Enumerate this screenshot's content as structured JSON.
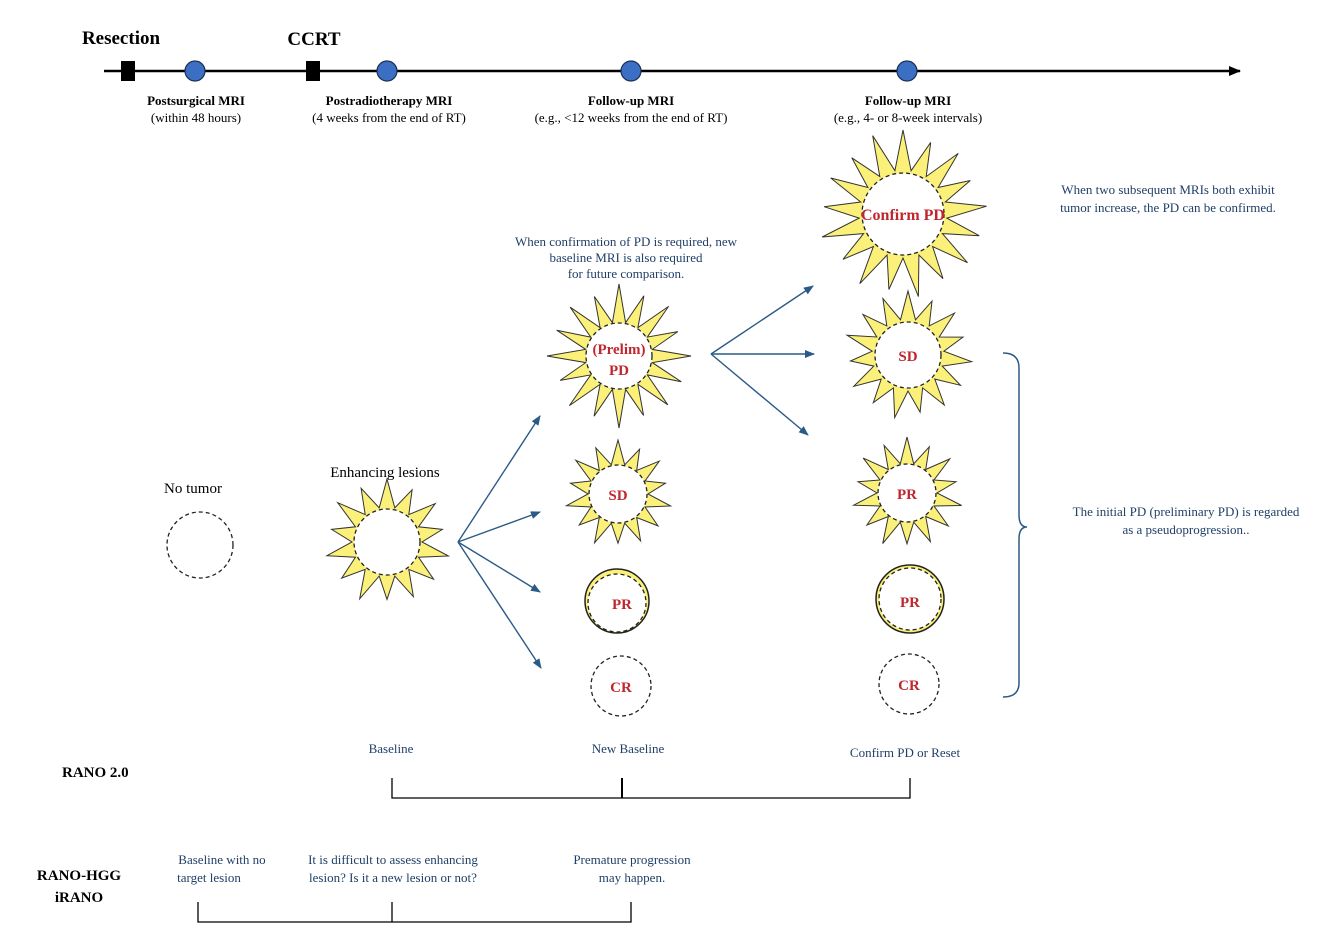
{
  "timeline": {
    "resection": "Resection",
    "ccrt": "CCRT",
    "mri_1": {
      "title": "Postsurgical MRI",
      "sub": "(within 48 hours)"
    },
    "mri_2": {
      "title": "Postradiotherapy MRI",
      "sub": "(4 weeks from the end of RT)"
    },
    "mri_3": {
      "title": "Follow-up MRI",
      "sub": "(e.g., <12 weeks from the end of RT)"
    },
    "mri_4": {
      "title": "Follow-up MRI",
      "sub": "(e.g., 4- or 8-week intervals)"
    },
    "marker_color": "#3a6fc4"
  },
  "stages": {
    "no_tumor": "No tumor",
    "enhancing": "Enhancing lesions"
  },
  "column2": {
    "note": [
      "When confirmation of PD is required, new",
      "baseline MRI is also required",
      "for future comparison."
    ],
    "prelim_pd": [
      "(Prelim)",
      "PD"
    ],
    "sd": "SD",
    "pr": "PR",
    "cr": "CR"
  },
  "column3": {
    "note": [
      "When two subsequent MRIs both exhibit",
      "tumor increase, the PD can be confirmed."
    ],
    "confirm_pd": "Confirm PD",
    "sd": "SD",
    "pr_star": "PR",
    "pr": "PR",
    "cr": "CR",
    "pseudo_note": [
      "The initial PD (preliminary PD) is regarded",
      "as a pseudoprogression.."
    ]
  },
  "rano2": {
    "label": "RANO 2.0",
    "baseline": "Baseline",
    "new_baseline": "New Baseline",
    "confirm_or_reset": "Confirm PD or Reset"
  },
  "rano_hgg": {
    "label_1": "RANO-HGG",
    "label_2": "iRANO",
    "note_1": [
      "Baseline with no",
      "target lesion"
    ],
    "note_2": [
      "It is difficult to assess  enhancing",
      "lesion? Is it a new lesion or not?"
    ],
    "note_3": [
      "Premature progression",
      "may happen."
    ]
  },
  "colors": {
    "star_fill": "#fbf17a",
    "label_red": "#c0262d",
    "note_blue": "#1f3f66",
    "arrow_blue": "#2b5a86"
  }
}
